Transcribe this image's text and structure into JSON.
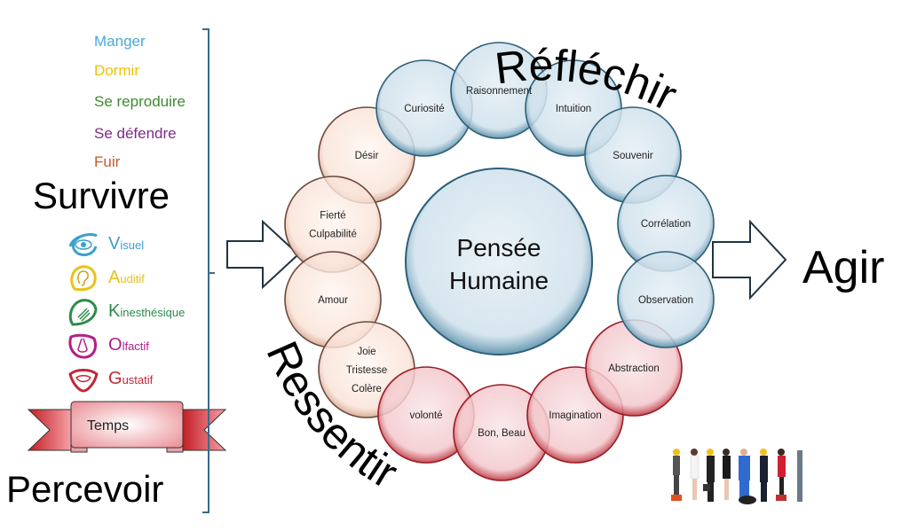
{
  "survivre": {
    "needs": [
      {
        "label": "Manger",
        "color": "#4aa8d6"
      },
      {
        "label": "Dormir",
        "color": "#f2c200"
      },
      {
        "label": "Se reproduire",
        "color": "#3c8a2e"
      },
      {
        "label": "Se défendre",
        "color": "#7b2c86"
      },
      {
        "label": "Fuir",
        "color": "#c8572a"
      }
    ],
    "title": "Survivre"
  },
  "percevoir": {
    "senses": [
      {
        "initial": "V",
        "rest": "isuel",
        "color": "#3aa0cc",
        "icon": "eye-icon"
      },
      {
        "initial": "A",
        "rest": "uditif",
        "color": "#e8c21a",
        "icon": "ear-icon"
      },
      {
        "initial": "K",
        "rest": "inesthésique",
        "color": "#2e8a4a",
        "icon": "hand-icon"
      },
      {
        "initial": "O",
        "rest": "lfactif",
        "color": "#b0208a",
        "icon": "nose-icon"
      },
      {
        "initial": "G",
        "rest": "ustatif",
        "color": "#c02838",
        "icon": "mouth-icon"
      }
    ],
    "ribbon_label": "Temps",
    "title": "Percevoir"
  },
  "center": {
    "line1": "Pensée",
    "line2": "Humaine"
  },
  "arcs": {
    "reflechir": "Réfléchir",
    "ressentir": "Ressentir"
  },
  "agir": "Agir",
  "bubbles": {
    "emotion": [
      {
        "lines": [
          "Désir"
        ]
      },
      {
        "lines": [
          "Fierté",
          "Culpabilité"
        ]
      },
      {
        "lines": [
          "Amour"
        ]
      },
      {
        "lines": [
          "Joie",
          "Tristesse",
          "Colère"
        ]
      }
    ],
    "reflection": [
      {
        "lines": [
          "Curiosité"
        ]
      },
      {
        "lines": [
          "Raisonnement"
        ]
      },
      {
        "lines": [
          "Intuition"
        ]
      },
      {
        "lines": [
          "Souvenir"
        ]
      },
      {
        "lines": [
          "Corrélation"
        ]
      },
      {
        "lines": [
          "Observation"
        ]
      }
    ],
    "will": [
      {
        "lines": [
          "Abstraction"
        ]
      },
      {
        "lines": [
          "Imagination"
        ]
      },
      {
        "lines": [
          "Bon, Beau"
        ]
      },
      {
        "lines": [
          "volonté"
        ]
      }
    ]
  },
  "colors": {
    "bracket": "#3a6a8c",
    "blue_fill": "#dce9f1",
    "blue_stroke": "#2d5f78",
    "peach_fill": "#fbe6dc",
    "peach_stroke": "#6b4a3e",
    "red_fill": "#f5d2d6",
    "red_stroke": "#9a1c24"
  }
}
